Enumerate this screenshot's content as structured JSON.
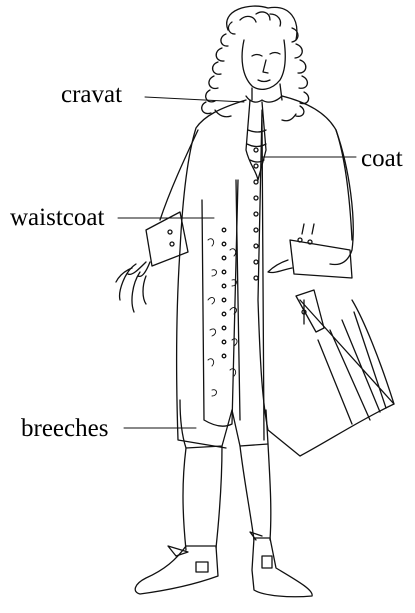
{
  "figure": {
    "subject": "late-17th-century gentleman's costume line drawing",
    "ink_color": "#111111",
    "paper_color": "#ffffff"
  },
  "labels": {
    "cravat": "cravat",
    "coat": "coat",
    "waistcoat": "waistcoat",
    "breeches": "breeches"
  }
}
